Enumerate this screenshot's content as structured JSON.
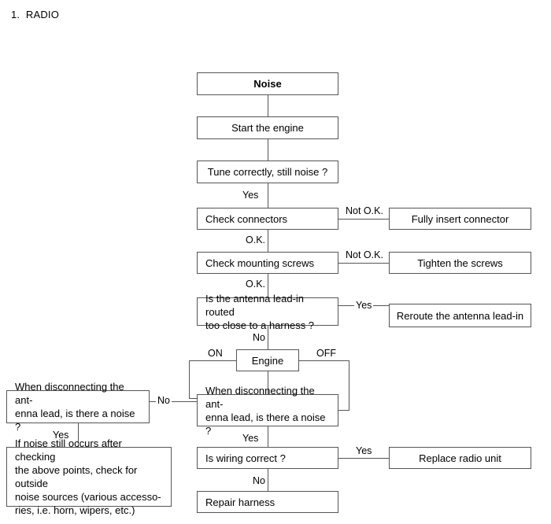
{
  "document": {
    "title": "1.  RADIO"
  },
  "flowchart": {
    "nodes": {
      "noise": "Noise",
      "start_engine": "Start the engine",
      "tune": "Tune correctly, still noise ?",
      "check_connectors": "Check connectors",
      "fully_insert": "Fully insert connector",
      "check_screws": "Check mounting screws",
      "tighten_screws": "Tighten the screws",
      "antenna_routed_l1": "Is the antenna lead-in routed",
      "antenna_routed_l2": "too close to a harness ?",
      "reroute": "Reroute the antenna lead-in",
      "engine": "Engine",
      "disconnect_left_l1": "When disconnecting the ant-",
      "disconnect_left_l2": "enna lead, is there a noise ?",
      "disconnect_main_l1": "When disconnecting  the ant-",
      "disconnect_main_l2": "enna lead, is there a noise ?",
      "outside_noise_l1": "If noise still occurs after checking",
      "outside_noise_l2": "the above points, check for outside",
      "outside_noise_l3": "noise sources (various accesso-",
      "outside_noise_l4": "ries, i.e. horn, wipers, etc.)",
      "wiring": "Is wiring correct ?",
      "replace_radio": "Replace radio unit",
      "repair_harness": "Repair harness"
    },
    "edge_labels": {
      "tune_yes": "Yes",
      "connectors_notok": "Not O.K.",
      "connectors_ok": "O.K.",
      "screws_notok": "Not O.K.",
      "screws_ok": "O.K.",
      "antenna_yes": "Yes",
      "antenna_no": "No",
      "engine_on": "ON",
      "engine_off": "OFF",
      "disconnect_no": "No",
      "disconnect_left_yes": "Yes",
      "disconnect_main_yes": "Yes",
      "wiring_yes": "Yes",
      "wiring_no": "No"
    }
  }
}
